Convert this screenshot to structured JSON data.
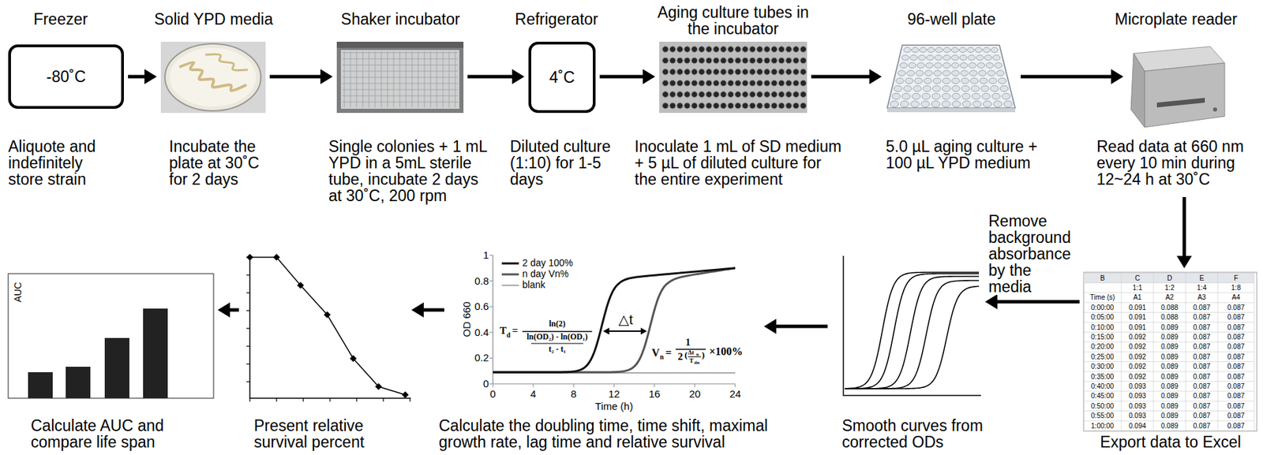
{
  "diagram": {
    "nodes": [
      {
        "text": [
          "Freezer",
          "-80˚C",
          "Aliquote and indefinitely store strain"
        ]
      },
      {
        "text": [
          "Solid YPD media",
          "Incubate the plate at 30˚C for 2 days"
        ]
      },
      {
        "text": [
          "Shaker incubator",
          "Single colonies + 1 mL YPD in a 5mL sterile tube, incubate 2 days at 30˚C, 200 rpm"
        ]
      },
      {
        "text": [
          "Refrigerator",
          "4˚C",
          "Diluted culture (1:10) for 1-5 days"
        ]
      },
      {
        "text": [
          "Aging culture tubes in the incubator",
          "Inoculate 1 mL of SD medium + 5 µL of diluted culture for the entire experiment"
        ]
      },
      {
        "text": [
          "96-well plate",
          "5.0 µL aging culture + 100 µL YPD medium"
        ]
      },
      {
        "text": [
          "Microplate reader",
          "Read data at 660 nm every 10 min during 12~24 h at 30˚C"
        ]
      },
      {
        "text": [
          "Export data to Excel"
        ]
      },
      {
        "text": [
          "Smooth curves from corrected ODs"
        ]
      },
      {
        "text": [
          "Calculate the doubling time, time shift, maximal growth rate, lag time and relative survival"
        ]
      },
      {
        "text": [
          "Present relative survival percent"
        ]
      },
      {
        "text": [
          "Calculate AUC and compare life span"
        ]
      }
    ],
    "edges": [
      {
        "from": 0,
        "to": 1,
        "arrow": "to"
      },
      {
        "from": 1,
        "to": 2,
        "arrow": "to"
      },
      {
        "from": 2,
        "to": 3,
        "arrow": "to"
      },
      {
        "from": 3,
        "to": 4,
        "arrow": "to"
      },
      {
        "from": 4,
        "to": 5,
        "arrow": "to"
      },
      {
        "from": 5,
        "to": 6,
        "arrow": "to"
      },
      {
        "from": 6,
        "to": 7,
        "arrow": "to"
      },
      {
        "from": 7,
        "to": 8,
        "label": "Remove background absorbance by the media",
        "arrow": "to"
      },
      {
        "from": 8,
        "to": 9,
        "arrow": "to"
      },
      {
        "from": 9,
        "to": 10,
        "arrow": "to"
      },
      {
        "from": 10,
        "to": 11,
        "arrow": "to"
      }
    ],
    "labels": [
      "B",
      "C",
      "D",
      "E",
      "F",
      "1:1",
      "1:2",
      "1:4",
      "1:8",
      "Time (s)",
      "A1",
      "A2",
      "A3",
      "A4",
      "0:00:00",
      "0.091",
      "0.088",
      "0.087",
      "0.087",
      "0:05:00",
      "0.091",
      "0.088",
      "0.087",
      "0.087",
      "0:10:00",
      "0.091",
      "0.089",
      "0.087",
      "0.087",
      "0:15:00",
      "0.092",
      "0.089",
      "0.087",
      "0.087",
      "0:20:00",
      "0.092",
      "0.089",
      "0.087",
      "0.087",
      "0:25:00",
      "0.092",
      "0.089",
      "0.087",
      "0.087",
      "0:30:00",
      "0.092",
      "0.089",
      "0.087",
      "0.087",
      "0:35:00",
      "0.092",
      "0.089",
      "0.087",
      "0.087",
      "0:40:00",
      "0.093",
      "0.089",
      "0.087",
      "0.087",
      "0:45:00",
      "0.093",
      "0.089",
      "0.087",
      "0.087",
      "0:50:00",
      "0.093",
      "0.089",
      "0.087",
      "0.087",
      "0:55:00",
      "0.093",
      "0.089",
      "0.087",
      "0.087",
      "1:00:00",
      "0.094",
      "0.089",
      "0.087",
      "0.087",
      "0",
      "0.2",
      "0.4",
      "0.6",
      "0.8",
      "1",
      "0",
      "4",
      "8",
      "12",
      "16",
      "20",
      "24",
      "OD 660",
      "Time (h)",
      "T",
      "d",
      "=",
      "ln(2)",
      "ln(OD₂) - ln(OD₁)",
      "t₂ - t₁",
      "△t",
      "V",
      "n",
      "=",
      "1",
      "2",
      "(",
      "Δt",
      "n",
      "T",
      "dn",
      ")",
      "×100%",
      "AUC"
    ],
    "legend": [
      {
        "text": "2 day 100%"
      },
      {
        "text": "n day Vn%"
      },
      {
        "text": "blank"
      }
    ]
  }
}
